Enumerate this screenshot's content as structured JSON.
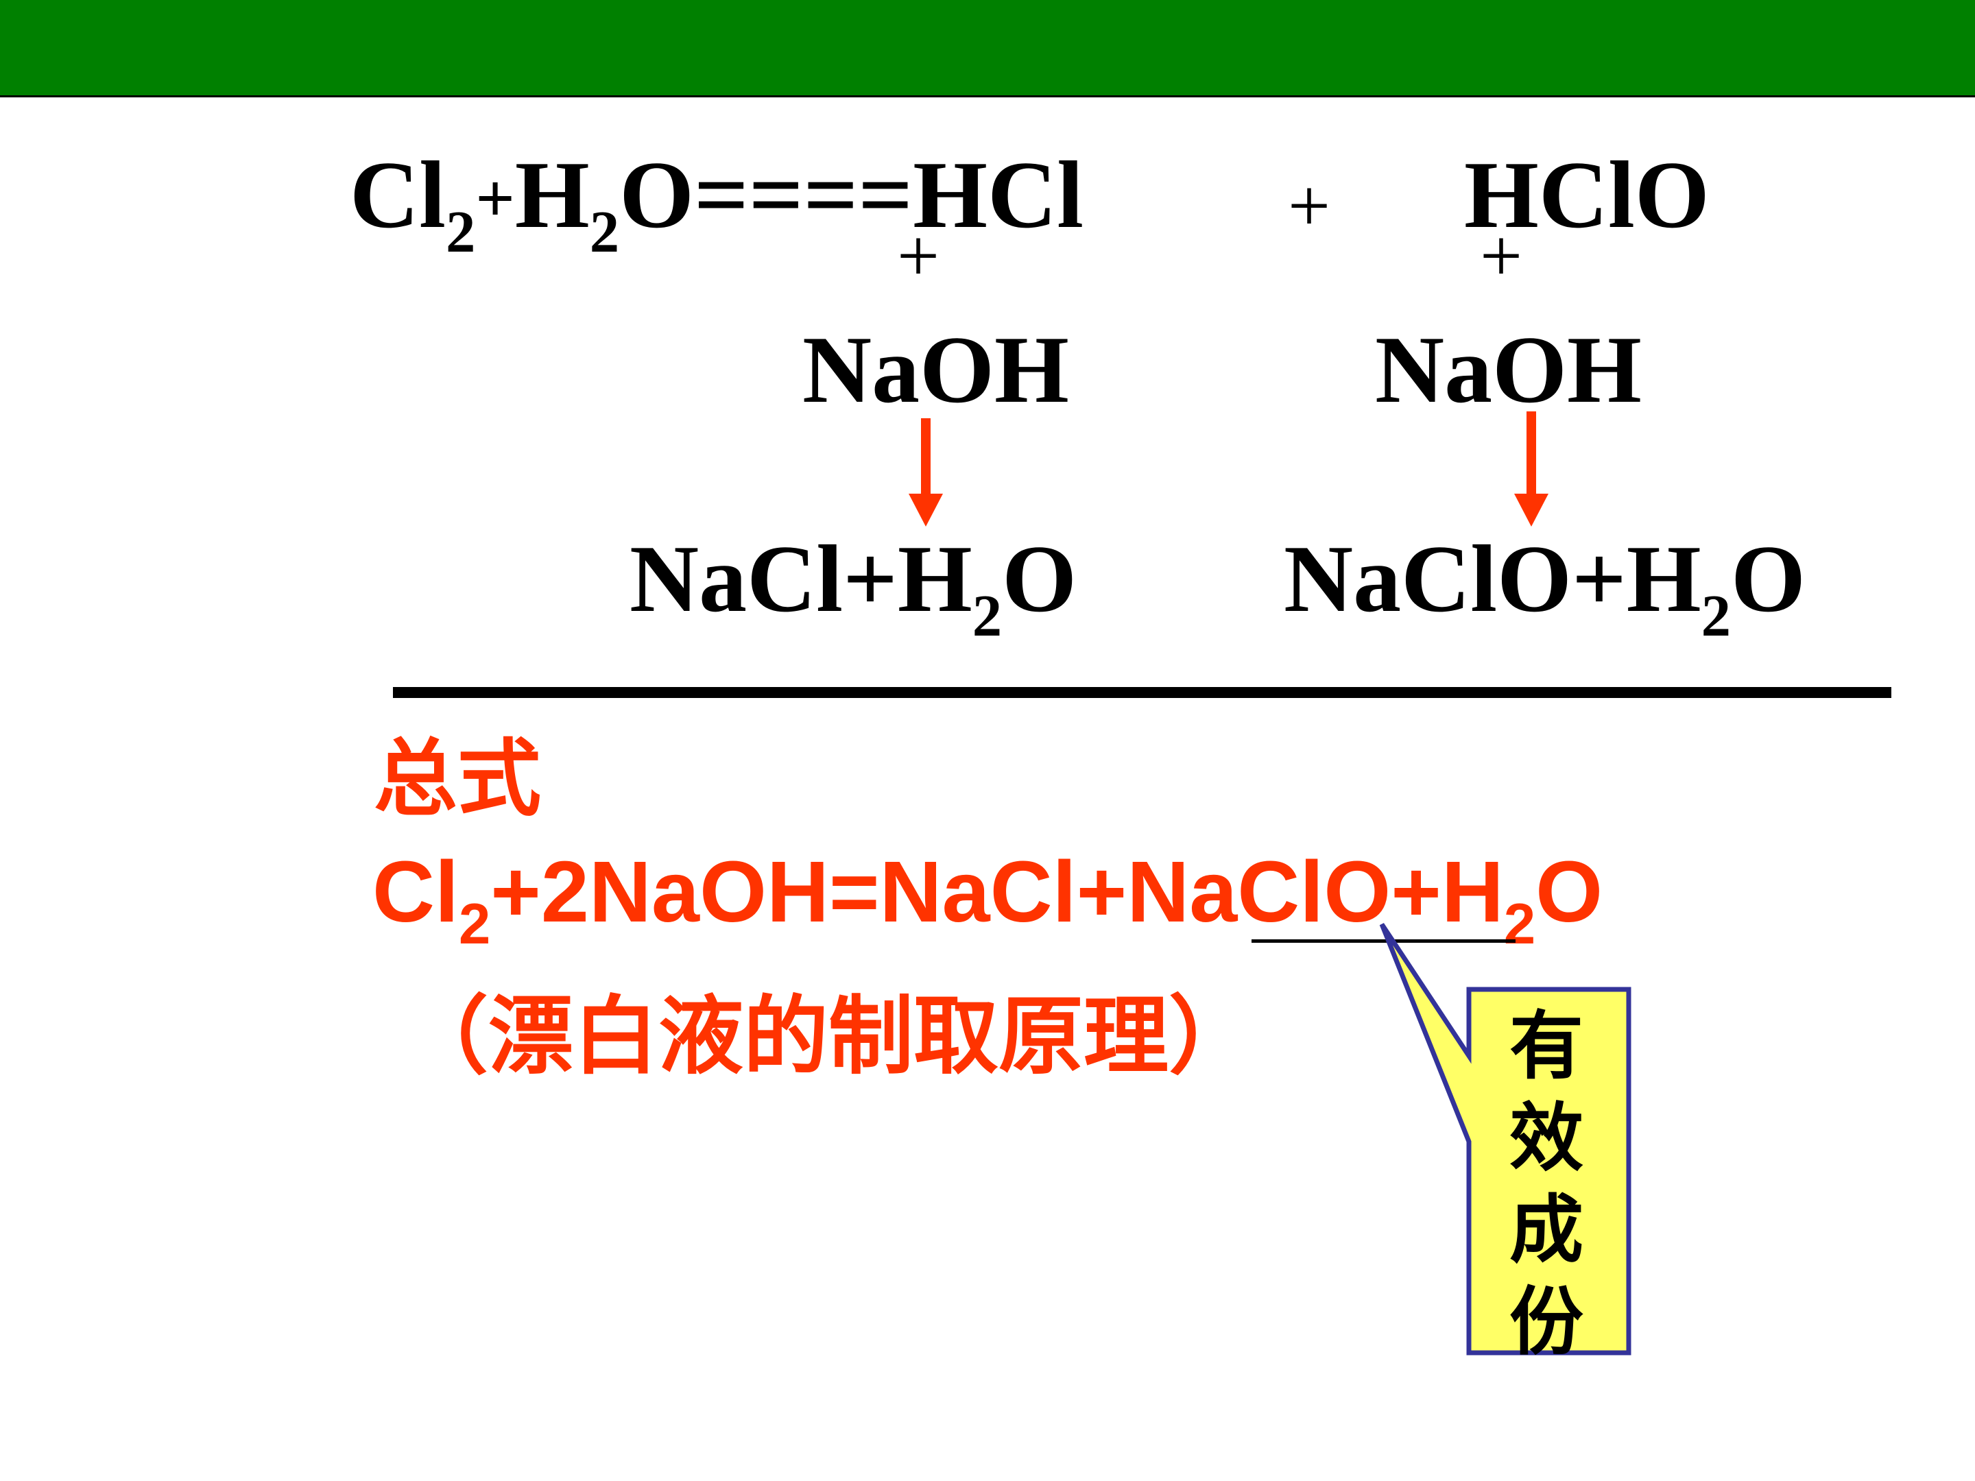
{
  "colors": {
    "header_bar": "#008000",
    "red": "#FF3300",
    "callout_fill": "#FFFF66",
    "callout_border": "#333399"
  },
  "top_equation": {
    "cl": "Cl",
    "sub2": "2",
    "plus": "+",
    "h": "H",
    "o_equals": "O====",
    "hcl": "HCl",
    "hclo": "HClO",
    "middle_plus": "+",
    "h_plus_marks": [
      "+",
      "+"
    ]
  },
  "reagents": {
    "left": "NaOH",
    "right": "NaOH"
  },
  "products": {
    "left_a": "NaCl+H",
    "left_sub": "2",
    "left_b": "O",
    "right_a": "NaClO+H",
    "right_sub": "2",
    "right_b": "O"
  },
  "summary": {
    "label": "总式",
    "eq_a": "Cl",
    "eq_sub1": "2",
    "eq_b": "+2NaOH=NaCl+NaClO+H",
    "eq_sub2": "2",
    "eq_c": "O",
    "note": "（漂白液的制取原理）"
  },
  "callout": {
    "chars": [
      "有",
      "效",
      "成",
      "份"
    ]
  },
  "icons": {
    "arrows": [
      "down-arrow-icon",
      "down-arrow-icon"
    ]
  }
}
